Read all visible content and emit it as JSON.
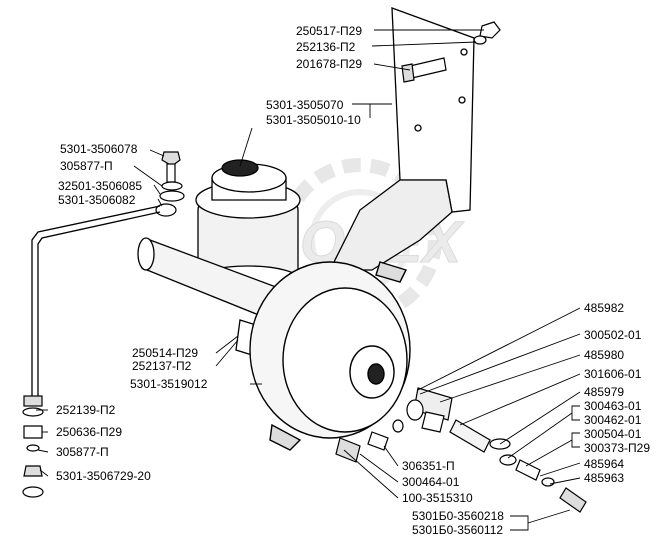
{
  "watermark": {
    "text": "OPEX"
  },
  "labels": {
    "l01": "250517-П29",
    "l02": "252136-П2",
    "l03": "201678-П29",
    "l04": "5301-3505070",
    "l05": "5301-3505010-10",
    "l06": "5301-3506078",
    "l07": "305877-П",
    "l08": "32501-3506085",
    "l09": "5301-3506082",
    "l10": "250514-П29",
    "l11": "252137-П2",
    "l12": "5301-3519012",
    "l13": "252139-П2",
    "l14": "250636-П29",
    "l15": "305877-П",
    "l16": "5301-3506729-20",
    "l17": "485982",
    "l18": "300502-01",
    "l19": "485980",
    "l20": "301606-01",
    "l21": "485979",
    "l22": "300463-01",
    "l23": "300462-01",
    "l24": "300504-01",
    "l25": "300373-П29",
    "l26": "485964",
    "l27": "485963",
    "l28": "306351-П",
    "l29": "300464-01",
    "l30": "100-3515310",
    "l31": "5301Б0-3560218",
    "l32": "5301Б0-3560112"
  }
}
